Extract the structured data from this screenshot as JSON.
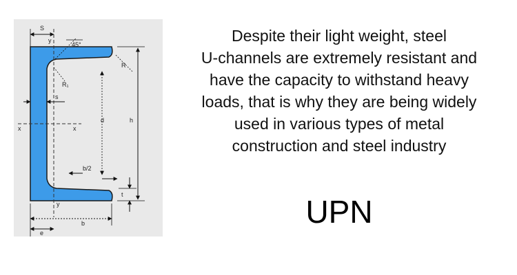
{
  "diagram": {
    "labels": {
      "s_top": "S",
      "y_top": "y",
      "angle": "45°",
      "r1": "R₁",
      "r": "R",
      "s_web": "s",
      "x_left": "x",
      "x_right": "x",
      "d": "d",
      "h": "h",
      "b_half": "b/2",
      "t": "t",
      "y_bottom": "y",
      "b": "b",
      "e": "e"
    },
    "colors": {
      "profile_fill": "#3d9be9",
      "profile_stroke": "#1a1a1a",
      "panel_bg": "#e9e9e9"
    }
  },
  "description": {
    "lines": [
      "Despite their light weight, steel",
      "U-channels are extremely resistant and",
      "have the capacity to withstand heavy",
      "loads, that is why they are being widely",
      "used in various types of metal",
      "construction and steel industry"
    ]
  },
  "title": "UPN"
}
